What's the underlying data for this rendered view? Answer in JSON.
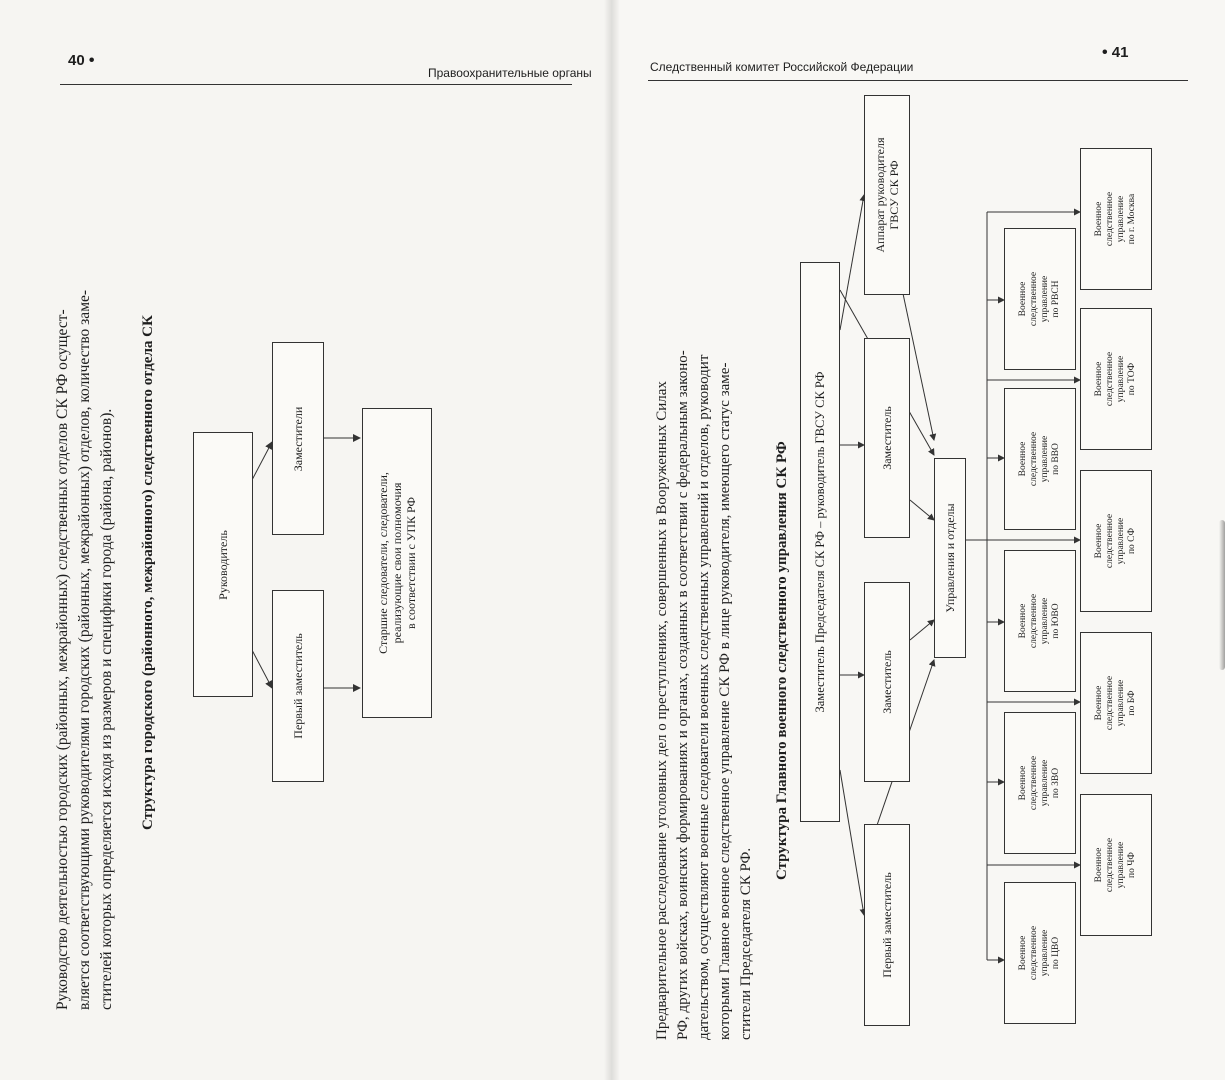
{
  "left_page": {
    "page_number": "40",
    "running_head": "Правоохранительные органы",
    "paragraph_lines": [
      "Руководство деятельностью городских (районных, межрайонных) следственных отделов СК РФ осущест-",
      "вляется соответствующими руководителями городских (районных, межрайонных) отделов, количество заме-",
      "стителей которых определяется исходя из размеров и специфики города (района, районов)."
    ],
    "diagram_title": "Структура городского (районного, межрайонного) следственного отдела СК",
    "boxes": {
      "head": "Руководитель",
      "first_deputy": "Первый заместитель",
      "deputies": "Заместители",
      "investigators": [
        "Старшие следователи, следователи,",
        "реализующие свои полномочия",
        "в соответствии с УПК РФ"
      ]
    }
  },
  "right_page": {
    "page_number": "41",
    "running_head": "Следственный комитет Российской Федерации",
    "paragraph_lines": [
      "Предварительное расследование уголовных дел о преступлениях, совершенных в Вооруженных Силах",
      "РФ, других войсках, воинских формированиях и органах, созданных в соответствии с федеральным законо-",
      "дательством, осуществляют военные следователи военных следственных управлений и отделов, руководит",
      "которыми Главное военное следственное управление СК РФ в лице руководителя, имеющего статус заме-",
      "стители Председателя СК РФ."
    ],
    "diagram_title": "Структура Главного военного следственного управления СК РФ",
    "boxes": {
      "top": "Заместитель Председателя СК РФ – руководитель ГВСУ СК РФ",
      "apparatus": [
        "Аппарат руководителя",
        "ГВСУ СК РФ"
      ],
      "first_deputy": "Первый заместитель",
      "deputy_1": "Заместитель",
      "deputy_2": "Заместитель",
      "departments": "Управления и отделы",
      "units": [
        [
          "Военное",
          "следственное",
          "управление",
          "по ЦВО"
        ],
        [
          "Военное",
          "следственное",
          "управление",
          "по ЗВО"
        ],
        [
          "Военное",
          "следственное",
          "управление",
          "по ЮВО"
        ],
        [
          "Военное",
          "следственное",
          "управление",
          "по ВВО"
        ],
        [
          "Военное",
          "следственное",
          "управление",
          "по РВСН"
        ],
        [
          "Военное",
          "следственное",
          "управление",
          "по СФ"
        ],
        [
          "Военное",
          "следственное",
          "управление",
          "по ТОФ"
        ],
        [
          "Военное",
          "следственное",
          "управление",
          "по г. Москва"
        ],
        [
          "Военное",
          "следственное",
          "управление",
          "по ЧФ"
        ],
        [
          "Военное",
          "следственное",
          "управление",
          "по БФ"
        ]
      ]
    }
  }
}
